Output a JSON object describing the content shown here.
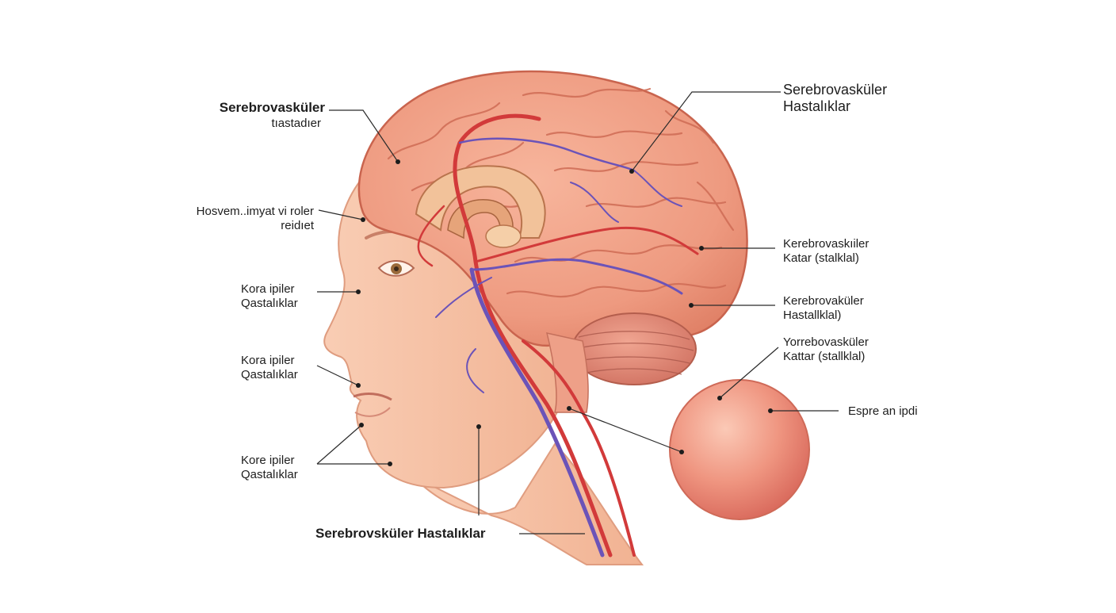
{
  "colors": {
    "skin": "#f6c3a6",
    "skin_shadow": "#e8a588",
    "brain": "#ef9d82",
    "brain_dark": "#d9735d",
    "artery": "#d23a3a",
    "vein": "#6b53b8",
    "cerebellum": "#e79079",
    "sphere": "#ee8d76",
    "leader": "#2b2b2b"
  },
  "labels": {
    "l1": {
      "line1": "Serebrovasküler",
      "line2": "tıastadıer"
    },
    "l2": {
      "line1": "Hosvem..imyat vi roler",
      "line2": "reidıet"
    },
    "l3": {
      "line1": "Kora ipiler",
      "line2": "Qastalıklar"
    },
    "l4": {
      "line1": "Kora ipiler",
      "line2": "Qastalıklar"
    },
    "l5": {
      "line1": "Kore ipiler",
      "line2": "Qastalıklar"
    },
    "bottom": {
      "text": "Serebrovsküler Hastalıklar"
    },
    "r1": {
      "line1": "Serebrovasküler",
      "line2": "Hastalıklar"
    },
    "r2": {
      "line1": "Kerebrovaskıiler",
      "line2": "Katar (stalklal)"
    },
    "r3": {
      "line1": "Kerebrovaküler",
      "line2": "Hastallklal)"
    },
    "r4": {
      "line1": "Yorrebovasküler",
      "line2": "Kattar (stallklal)"
    },
    "r5": {
      "text": "Espre an ipdi"
    }
  },
  "icons": [
    "head-illustration",
    "brain-illustration",
    "cerebellum-illustration",
    "sphere-illustration"
  ]
}
